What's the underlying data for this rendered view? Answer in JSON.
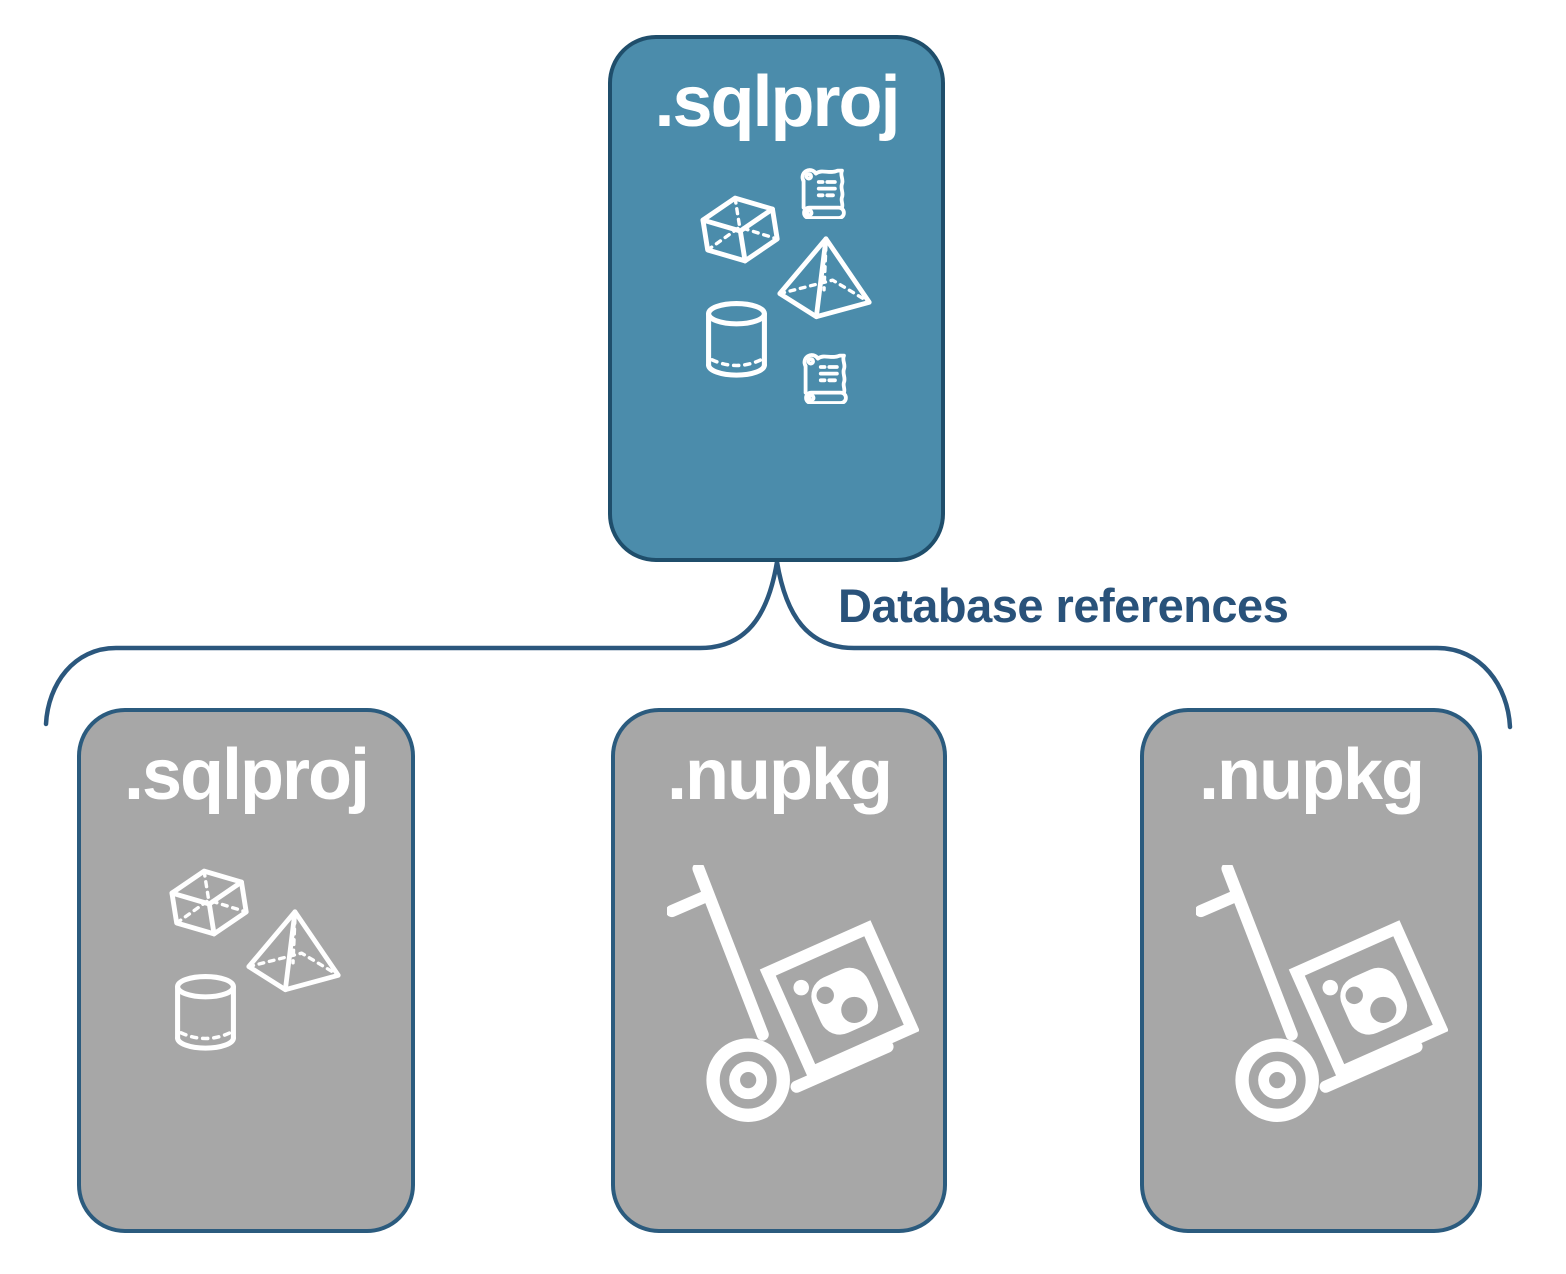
{
  "connector_label": "Database references",
  "colors": {
    "root_fill": "#4B8CAB",
    "root_border": "#1F4E6B",
    "child_fill": "#A7A7A7",
    "child_border": "#2B5B7E",
    "connector_line": "#2B577D",
    "label_text": "#29527A",
    "icon_stroke": "#FFFFFF"
  },
  "nodes": {
    "root": {
      "title": ".sqlproj",
      "icons": [
        "cube-icon",
        "script-scroll-icon",
        "pyramid-icon",
        "database-cylinder-icon",
        "script-scroll-icon"
      ]
    },
    "children": [
      {
        "title": ".sqlproj",
        "icons": [
          "cube-icon",
          "pyramid-icon",
          "database-cylinder-icon"
        ]
      },
      {
        "title": ".nupkg",
        "icons": [
          "package-dolly-icon"
        ]
      },
      {
        "title": ".nupkg",
        "icons": [
          "package-dolly-icon"
        ]
      }
    ]
  }
}
